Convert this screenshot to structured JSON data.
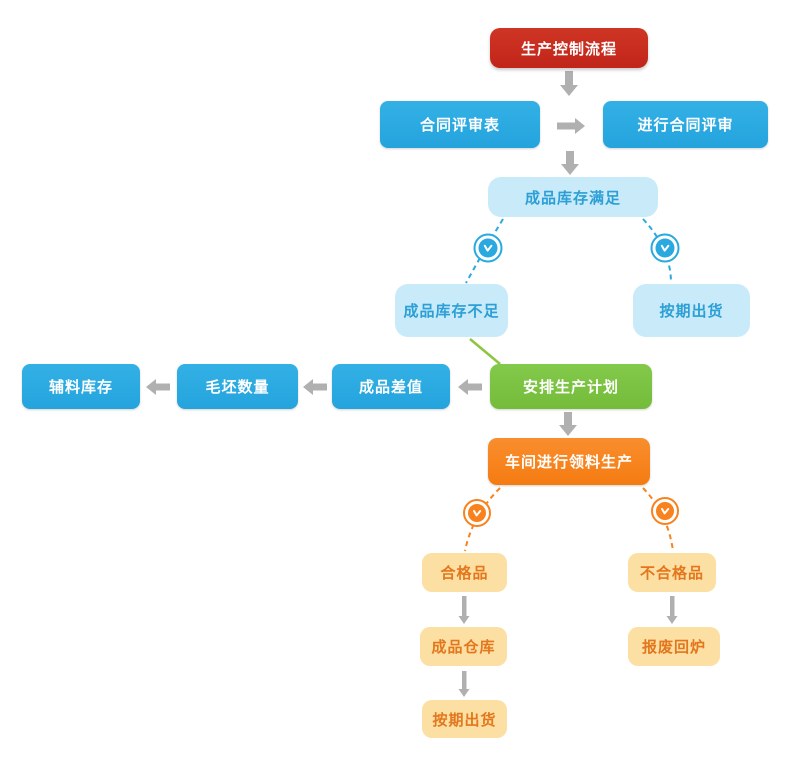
{
  "nodes": {
    "production_control": {
      "label": "生产控制流程"
    },
    "contract_review_form": {
      "label": "合同评审表"
    },
    "conduct_contract_review": {
      "label": "进行合同评审"
    },
    "finished_stock_sufficient": {
      "label": "成品库存满足"
    },
    "finished_stock_insufficient": {
      "label": "成品库存不足"
    },
    "ship_on_time_1": {
      "label": "按期出货"
    },
    "aux_material_stock": {
      "label": "辅料库存"
    },
    "blank_quantity": {
      "label": "毛坯数量"
    },
    "finished_difference": {
      "label": "成品差值"
    },
    "arrange_production_plan": {
      "label": "安排生产计划"
    },
    "workshop_material_production": {
      "label": "车间进行领料生产"
    },
    "qualified": {
      "label": "合格品"
    },
    "unqualified": {
      "label": "不合格品"
    },
    "finished_warehouse": {
      "label": "成品仓库"
    },
    "scrap_remelt": {
      "label": "报废回炉"
    },
    "ship_on_time_2": {
      "label": "按期出货"
    }
  },
  "icons": {
    "branch_marker": "clock-icon"
  },
  "colors": {
    "red": "#c5271e",
    "blue": "#29a9e0",
    "light_blue_fill": "#c9eaf8",
    "light_blue_text": "#2b9fd6",
    "green": "#7bc143",
    "green_connector": "#8cc63f",
    "orange": "#f8821e",
    "tan_fill": "#fcdfa2",
    "tan_text": "#e2771e",
    "arrow_gray": "#b0b0b0"
  }
}
